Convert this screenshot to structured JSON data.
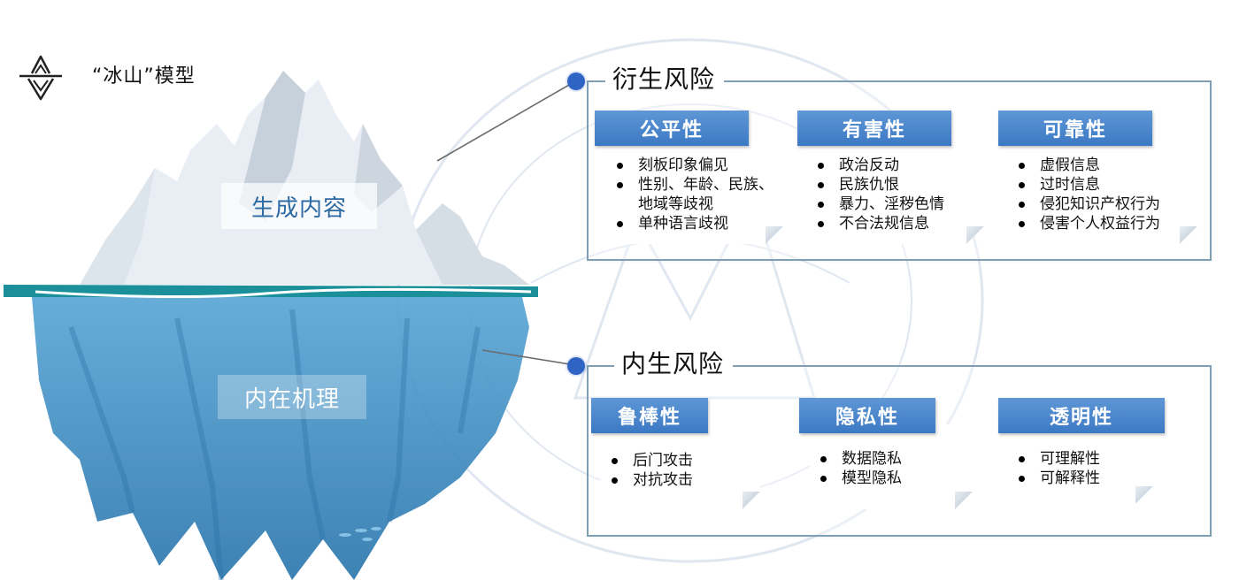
{
  "header": {
    "title": "“冰山”模型",
    "logo_icon": "iceberg-icon"
  },
  "iceberg": {
    "top_label": "生成内容",
    "bottom_label": "内在机理"
  },
  "sections": [
    {
      "title": "衍生风险",
      "cards": [
        {
          "title": "公平性",
          "items": [
            "刻板印象偏见",
            "性别、年龄、民族、",
            "地域等歧视",
            "单种语言歧视"
          ],
          "bullets": [
            true,
            true,
            false,
            true
          ]
        },
        {
          "title": "有害性",
          "items": [
            "政治反动",
            "民族仇恨",
            "暴力、淫秽色情",
            "不合法规信息"
          ],
          "bullets": [
            true,
            true,
            true,
            true
          ]
        },
        {
          "title": "可靠性",
          "items": [
            "虚假信息",
            "过时信息",
            "侵犯知识产权行为",
            "侵害个人权益行为"
          ],
          "bullets": [
            true,
            true,
            true,
            true
          ]
        }
      ]
    },
    {
      "title": "内生风险",
      "cards": [
        {
          "title": "鲁棒性",
          "items": [
            "后门攻击",
            "对抗攻击"
          ],
          "bullets": [
            true,
            true
          ]
        },
        {
          "title": "隐私性",
          "items": [
            "数据隐私",
            "模型隐私"
          ],
          "bullets": [
            true,
            true
          ]
        },
        {
          "title": "透明性",
          "items": [
            "可理解性",
            "可解释性"
          ],
          "bullets": [
            true,
            true
          ]
        }
      ]
    }
  ],
  "colors": {
    "accent_blue": "#3c79c4",
    "dot_blue": "#2f63c4",
    "frame_gray_blue": "#7f9fb6",
    "water_blue": "#3f8fc4"
  }
}
